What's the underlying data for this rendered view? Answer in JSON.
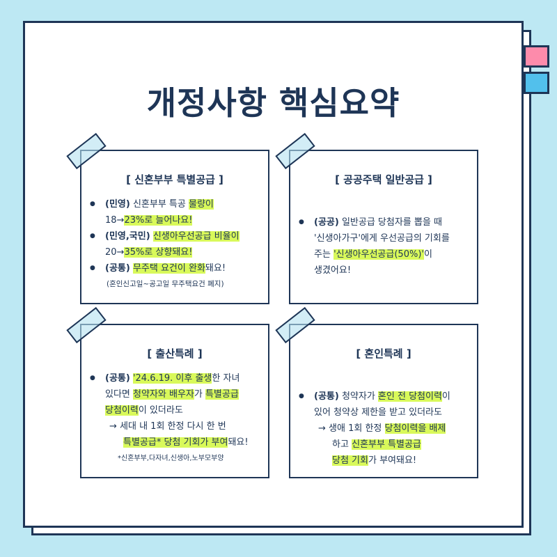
{
  "title": "개정사항 핵심요약",
  "colors": {
    "background": "#bde8f3",
    "ink": "#1e3556",
    "highlight": "#d9f95a",
    "tab_pink": "#fd8bab",
    "tab_blue": "#52c0ec"
  },
  "cards": [
    {
      "title": "[  신혼부부 특별공급  ]",
      "lines": [
        {
          "type": "bullet",
          "segs": [
            {
              "t": "(민영)",
              "b": true
            },
            {
              "t": " 신혼부부 특공 "
            },
            {
              "t": "물량이",
              "hl": true
            }
          ]
        },
        {
          "type": "ind0",
          "segs": [
            {
              "t": "18→"
            },
            {
              "t": "23%로 늘어나요!",
              "hl": true
            }
          ]
        },
        {
          "type": "bullet",
          "segs": [
            {
              "t": "(민영,국민)",
              "b": true
            },
            {
              "t": " "
            },
            {
              "t": "신생아우선공급 비율이",
              "hl": true
            }
          ]
        },
        {
          "type": "ind0",
          "segs": [
            {
              "t": "20→"
            },
            {
              "t": "35%로 상향돼요!",
              "hl": true
            }
          ]
        },
        {
          "type": "bullet",
          "segs": [
            {
              "t": "(공통)",
              "b": true
            },
            {
              "t": " "
            },
            {
              "t": "무주택 요건이 완화",
              "hl": true
            },
            {
              "t": "돼요!"
            }
          ]
        },
        {
          "type": "small",
          "segs": [
            {
              "t": "(혼인신고일~공고일 무주택요건 폐지)"
            }
          ]
        }
      ]
    },
    {
      "title": "[  공공주택 일반공급  ]",
      "sparse": true,
      "lines": [
        {
          "type": "bullet",
          "segs": [
            {
              "t": "(공공)",
              "b": true
            },
            {
              "t": " 일반공급 당첨자를 뽑을 때"
            }
          ]
        },
        {
          "type": "ind0",
          "segs": [
            {
              "t": "'신생아가구'에게 우선공급의 기회를"
            }
          ]
        },
        {
          "type": "ind0",
          "segs": [
            {
              "t": "주는 "
            },
            {
              "t": "'신생아우선공급(50%)'",
              "hl": true
            },
            {
              "t": "이"
            }
          ]
        },
        {
          "type": "ind0",
          "segs": [
            {
              "t": "생겼어요!"
            }
          ]
        }
      ]
    },
    {
      "title": "[  출산특례  ]",
      "lines": [
        {
          "type": "bullet",
          "segs": [
            {
              "t": "(공통)",
              "b": true
            },
            {
              "t": " "
            },
            {
              "t": "'24.6.19.  이후 출생",
              "hl": true
            },
            {
              "t": "한 자녀"
            }
          ]
        },
        {
          "type": "ind0",
          "segs": [
            {
              "t": "있다면 "
            },
            {
              "t": "청약자와 배우자",
              "hl": true
            },
            {
              "t": "가 "
            },
            {
              "t": "특별공급",
              "hl": true
            }
          ]
        },
        {
          "type": "ind0",
          "segs": [
            {
              "t": "당첨이력",
              "hl": true
            },
            {
              "t": "이 있더라도"
            }
          ]
        },
        {
          "type": "ind1",
          "segs": [
            {
              "t": "→ 세대 내 1회 한정 다시 한 번"
            }
          ]
        },
        {
          "type": "ind2",
          "segs": [
            {
              "t": "특별공급* 당첨 기회가 부여",
              "hl": true
            },
            {
              "t": "돼요!"
            }
          ]
        },
        {
          "type": "small2",
          "segs": [
            {
              "t": "*신혼부부,다자녀,신생아,노부모부양"
            }
          ]
        }
      ]
    },
    {
      "title": "[  혼인특례  ]",
      "sparse": true,
      "lines": [
        {
          "type": "bullet",
          "segs": [
            {
              "t": "(공통)",
              "b": true
            },
            {
              "t": " 청약자가 "
            },
            {
              "t": "혼인 전  당첨이력",
              "hl": true
            },
            {
              "t": "이"
            }
          ]
        },
        {
          "type": "ind0",
          "segs": [
            {
              "t": "있어 청약상 제한을 받고 있더라도"
            }
          ]
        },
        {
          "type": "ind1",
          "segs": [
            {
              "t": "→ 생애 1회 한정 "
            },
            {
              "t": "당첨이력을 배제",
              "hl": true
            }
          ]
        },
        {
          "type": "ind2",
          "segs": [
            {
              "t": "하고 "
            },
            {
              "t": "신혼부부 특별공급",
              "hl": true
            }
          ]
        },
        {
          "type": "ind2",
          "segs": [
            {
              "t": "당첨 기회",
              "hl": true
            },
            {
              "t": "가 부여돼요!"
            }
          ]
        }
      ]
    }
  ]
}
